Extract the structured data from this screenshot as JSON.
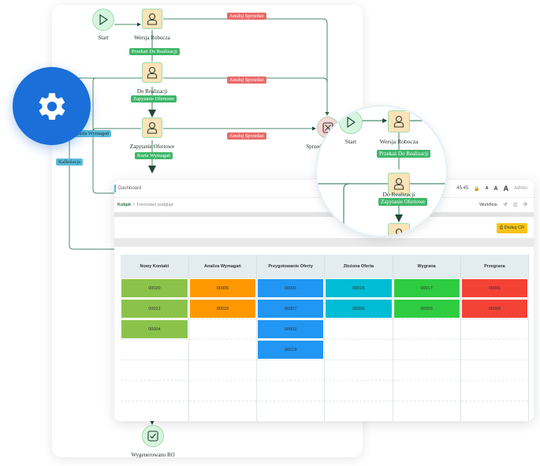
{
  "flow": {
    "nodes": {
      "start": "Start",
      "wersja_robocza": "Wersja Robocza",
      "do_realizacji": "Do Realizacji",
      "zapytanie_ofertowe": "Zapytanie Ofertowe",
      "sprzedaz_partial": "Sprzed",
      "wygenerowano_ro": "Wygenerowano RO"
    },
    "tags": {
      "przekaz": "Przekaż Do Realizacji",
      "zapytanie": "Zapytanie Ofertowe",
      "karta": "Karta Wymagań",
      "anuluj1": "Anuluj Sprzedaż",
      "anuluj2": "Anuluj Sprzedaż",
      "anuluj3": "Anuluj Sprzedaż",
      "karta_side": "Karta Wymagań",
      "kalkulacja": "Kalkulacja"
    }
  },
  "zoom": {
    "start": "Start",
    "wersja_robocza": "Wersja Robocza",
    "przekaz": "Przekaż Do Realizacji",
    "do_realizacji": "Do Realizacji",
    "zapytanie": "Zapytanie Ofertowe"
  },
  "app": {
    "topbar": {
      "title": "Dashboard",
      "time": "45:45",
      "font_small": "A",
      "font_mid": "A",
      "font_large": "A",
      "user": "Admin"
    },
    "breadcrumb": {
      "root": "Kokpit",
      "separator": "/",
      "current": "Formularz podgląd"
    },
    "toolbar": {
      "workflow": "Workflow"
    },
    "print_button": "Drukuj CR",
    "board": {
      "columns": [
        {
          "title": "Nowy Kontakt",
          "color": "#8bc34a",
          "cards": [
            "00020",
            "00022",
            "00004"
          ]
        },
        {
          "title": "Analiza Wymagań",
          "color": "#ff9800",
          "cards": [
            "00005",
            "00018"
          ]
        },
        {
          "title": "Przygotowanie Oferty",
          "color": "#2196f3",
          "cards": [
            "00001",
            "00007",
            "00002",
            "00019"
          ]
        },
        {
          "title": "Złożona Oferta",
          "color": "#00bcd4",
          "cards": [
            "00015",
            "00006"
          ]
        },
        {
          "title": "Wygrana",
          "color": "#2ecc40",
          "cards": [
            "00017",
            "00003"
          ]
        },
        {
          "title": "Przegrana",
          "color": "#f44336",
          "cards": [
            "00001",
            "00008"
          ]
        }
      ]
    }
  }
}
